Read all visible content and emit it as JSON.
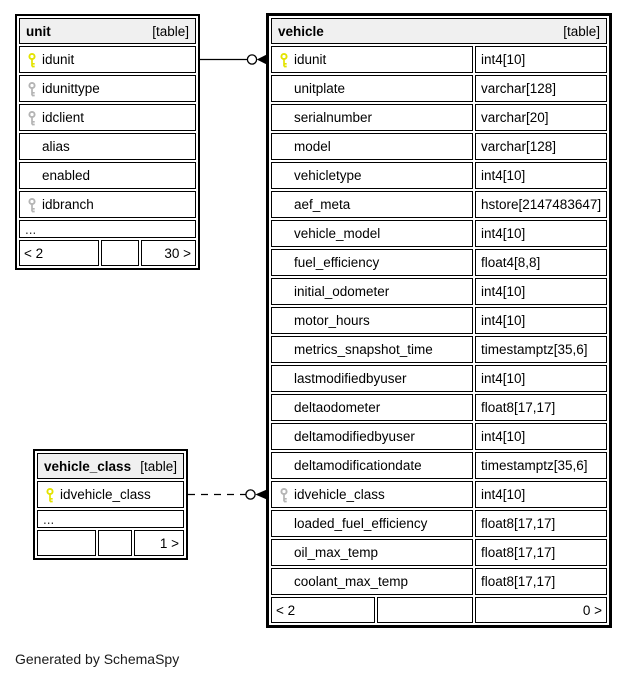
{
  "diagram": {
    "footer_note": "Generated by SchemaSpy",
    "colors": {
      "primary_key": "#e3e300",
      "index_key": "#b4b4b4",
      "header_bg": "#f0f0f0",
      "border": "#000000"
    },
    "tables": [
      {
        "name": "unit",
        "badge": "[table]",
        "columns": [
          {
            "name": "idunit",
            "key": "primary"
          },
          {
            "name": "idunittype",
            "key": "index"
          },
          {
            "name": "idclient",
            "key": "index"
          },
          {
            "name": "alias",
            "key": "none"
          },
          {
            "name": "enabled",
            "key": "none"
          },
          {
            "name": "idbranch",
            "key": "index"
          }
        ],
        "ellipsis": "...",
        "footer": {
          "left": "< 2",
          "middle": "",
          "right": "30 >"
        }
      },
      {
        "name": "vehicle",
        "badge": "[table]",
        "columns": [
          {
            "name": "idunit",
            "type": "int4[10]",
            "key": "primary"
          },
          {
            "name": "unitplate",
            "type": "varchar[128]",
            "key": "none"
          },
          {
            "name": "serialnumber",
            "type": "varchar[20]",
            "key": "none"
          },
          {
            "name": "model",
            "type": "varchar[128]",
            "key": "none"
          },
          {
            "name": "vehicletype",
            "type": "int4[10]",
            "key": "none"
          },
          {
            "name": "aef_meta",
            "type": "hstore[2147483647]",
            "key": "none"
          },
          {
            "name": "vehicle_model",
            "type": "int4[10]",
            "key": "none"
          },
          {
            "name": "fuel_efficiency",
            "type": "float4[8,8]",
            "key": "none"
          },
          {
            "name": "initial_odometer",
            "type": "int4[10]",
            "key": "none"
          },
          {
            "name": "motor_hours",
            "type": "int4[10]",
            "key": "none"
          },
          {
            "name": "metrics_snapshot_time",
            "type": "timestamptz[35,6]",
            "key": "none"
          },
          {
            "name": "lastmodifiedbyuser",
            "type": "int4[10]",
            "key": "none"
          },
          {
            "name": "deltaodometer",
            "type": "float8[17,17]",
            "key": "none"
          },
          {
            "name": "deltamodifiedbyuser",
            "type": "int4[10]",
            "key": "none"
          },
          {
            "name": "deltamodificationdate",
            "type": "timestamptz[35,6]",
            "key": "none"
          },
          {
            "name": "idvehicle_class",
            "type": "int4[10]",
            "key": "index"
          },
          {
            "name": "loaded_fuel_efficiency",
            "type": "float8[17,17]",
            "key": "none"
          },
          {
            "name": "oil_max_temp",
            "type": "float8[17,17]",
            "key": "none"
          },
          {
            "name": "coolant_max_temp",
            "type": "float8[17,17]",
            "key": "none"
          }
        ],
        "footer": {
          "left": "< 2",
          "middle": "",
          "right": "0 >"
        }
      },
      {
        "name": "vehicle_class",
        "badge": "[table]",
        "columns": [
          {
            "name": "idvehicle_class",
            "key": "primary"
          }
        ],
        "ellipsis": "...",
        "footer": {
          "left": "",
          "middle": "",
          "right": "1 >"
        }
      }
    ],
    "relationships": [
      {
        "from": "unit.idunit",
        "to": "vehicle.idunit",
        "line": "solid",
        "marker": "open-circle-arrow"
      },
      {
        "from": "vehicle_class.idvehicle_class",
        "to": "vehicle.idvehicle_class",
        "line": "dashed",
        "marker": "open-circle-arrow"
      }
    ]
  }
}
